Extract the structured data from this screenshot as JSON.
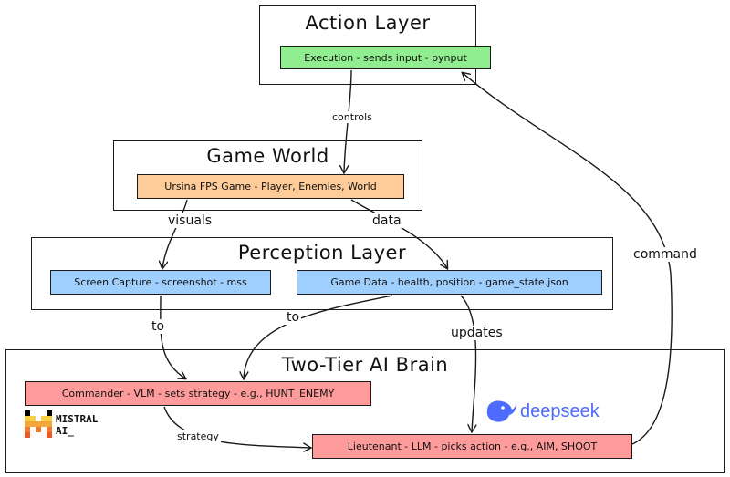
{
  "layers": {
    "action": "Action Layer",
    "game_world": "Game World",
    "perception": "Perception Layer",
    "brain": "Two-Tier AI Brain"
  },
  "nodes": {
    "execution": "Execution - sends input - pynput",
    "ursina": "Ursina FPS Game - Player, Enemies, World",
    "screen_capture": "Screen Capture - screenshot - mss",
    "game_data": "Game Data - health, position - game_state.json",
    "commander": "Commander - VLM - sets strategy - e.g., HUNT_ENEMY",
    "lieutenant": "Lieutenant - LLM - picks action - e.g., AIM, SHOOT"
  },
  "edge_labels": {
    "controls": "controls",
    "visuals": "visuals",
    "data": "data",
    "to_left": "to",
    "to_right": "to",
    "updates": "updates",
    "strategy": "strategy",
    "command": "command"
  },
  "logos": {
    "mistral_line1": "MISTRAL",
    "mistral_line2": "AI_",
    "deepseek": "deepseek"
  },
  "colors": {
    "execution": "#90ee90",
    "ursina": "#ffcc99",
    "perception_nodes": "#9fcfff",
    "brain_nodes": "#ff9b9b",
    "mistral_orange": "#f7521e",
    "mistral_yellow": "#ffc500",
    "deepseek_blue": "#4d6bfe"
  }
}
